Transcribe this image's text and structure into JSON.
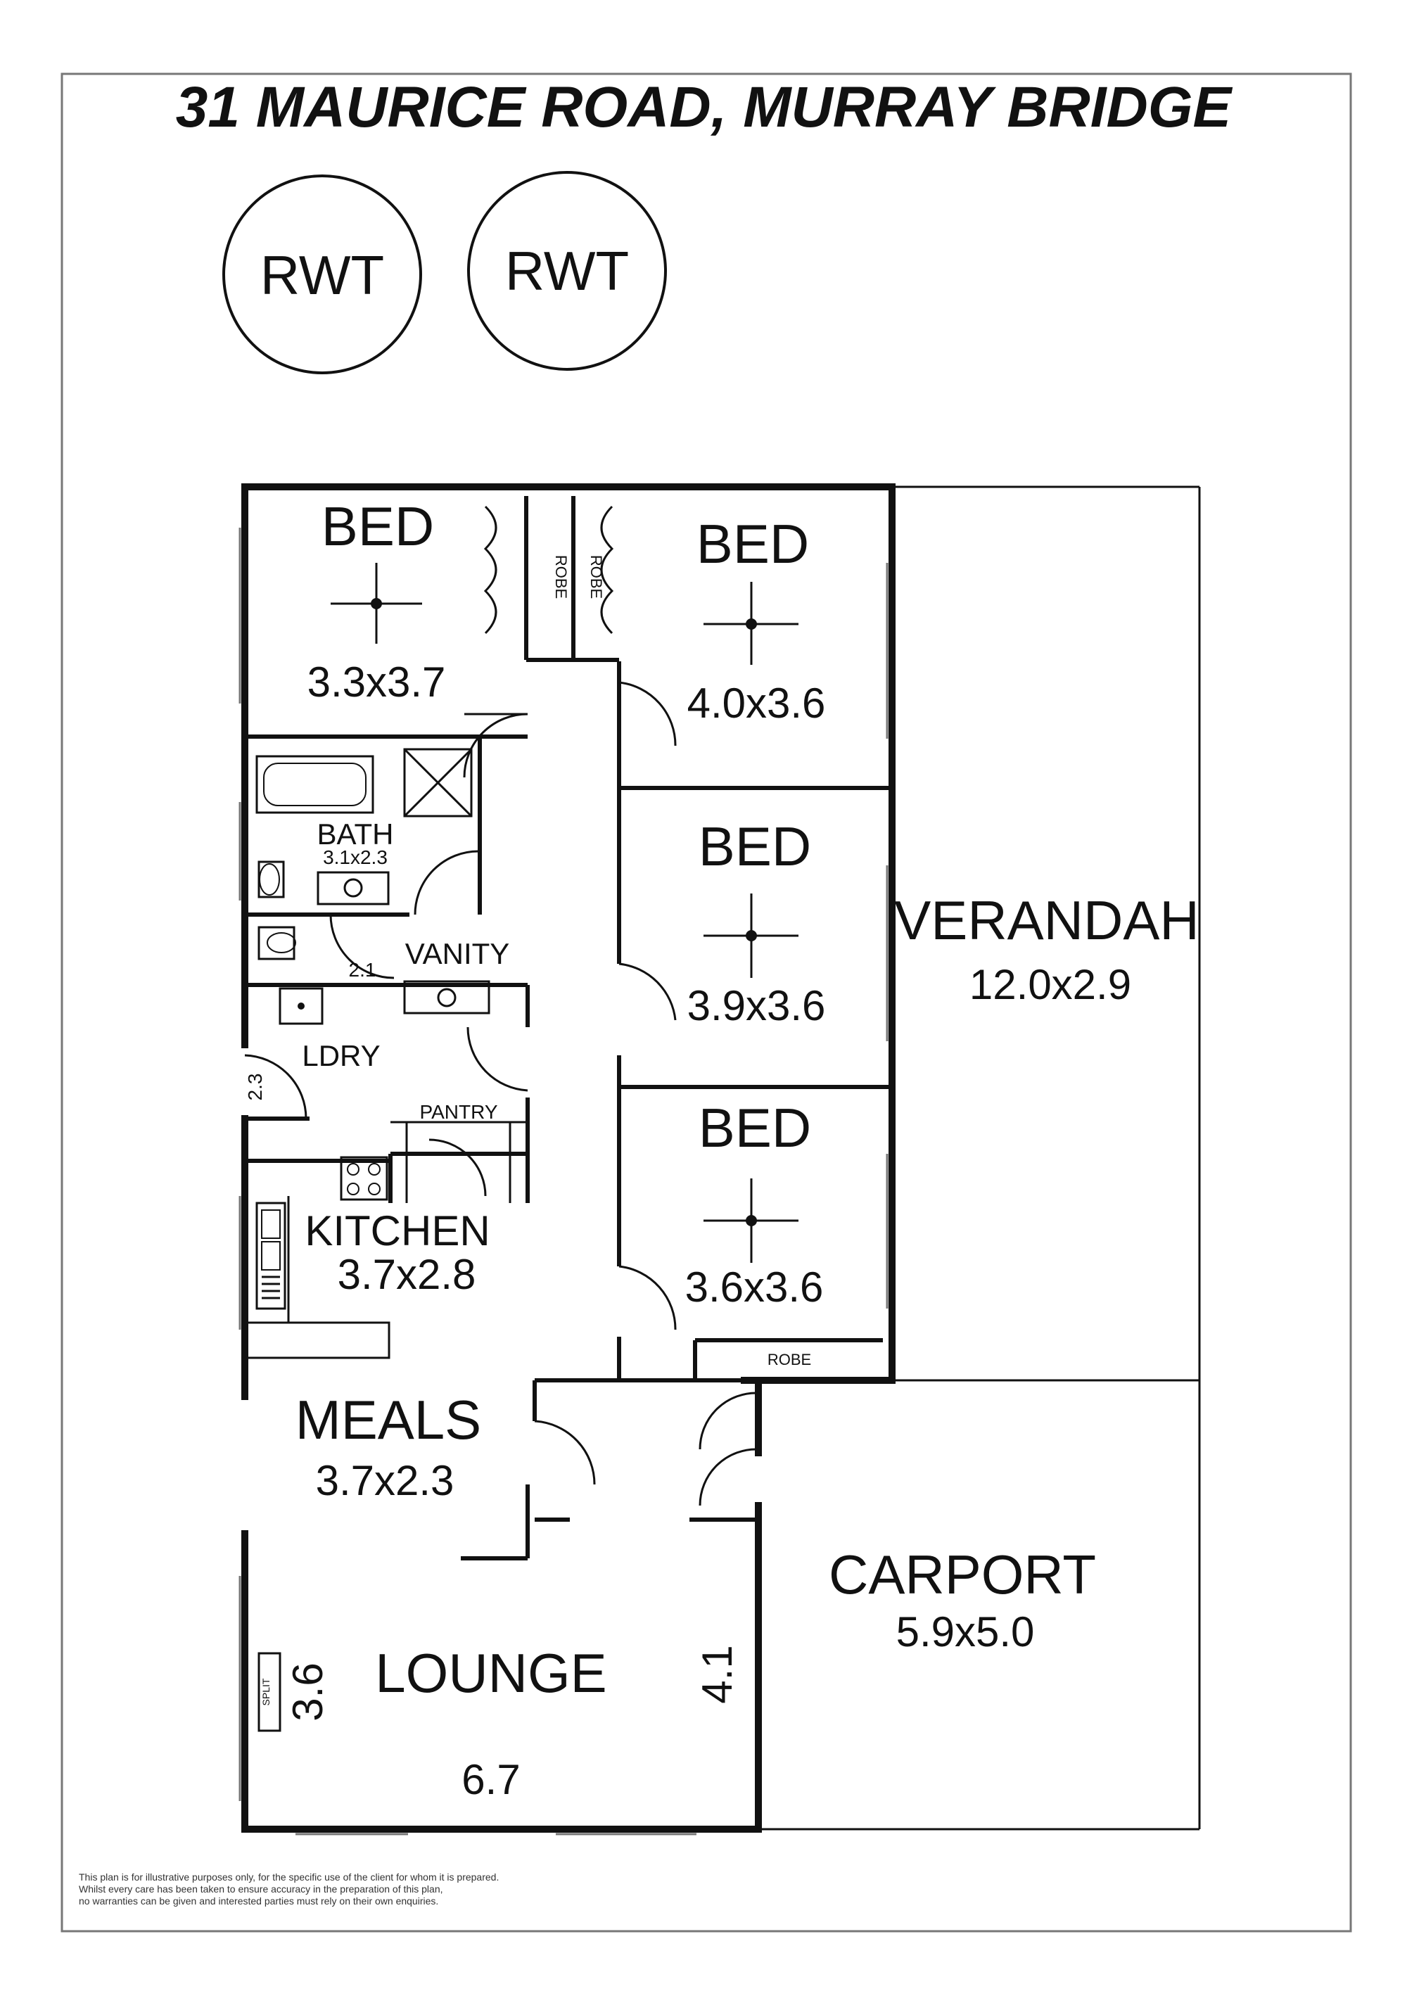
{
  "title": "31 MAURICE ROAD, MURRAY BRIDGE",
  "tanks": [
    "RWT",
    "RWT"
  ],
  "rooms": {
    "bed1": {
      "name": "BED",
      "size": "3.3x3.7"
    },
    "bed2": {
      "name": "BED",
      "size": "4.0x3.6"
    },
    "bed3": {
      "name": "BED",
      "size": "3.9x3.6"
    },
    "bed4": {
      "name": "BED",
      "size": "3.6x3.6"
    },
    "bath": {
      "name": "BATH",
      "size": "3.1x2.3"
    },
    "vanity": {
      "name": "VANITY"
    },
    "laundry": {
      "name": "LDRY",
      "width": "2.1",
      "depth": "2.3"
    },
    "pantry": {
      "name": "PANTRY"
    },
    "kitchen": {
      "name": "KITCHEN",
      "size": "3.7x2.8"
    },
    "meals": {
      "name": "MEALS",
      "size": "3.7x2.3"
    },
    "lounge": {
      "name": "LOUNGE",
      "width": "6.7",
      "depth_left": "3.6",
      "depth_right": "4.1",
      "fireplace": "SPLIT"
    },
    "verandah": {
      "name": "VERANDAH",
      "size": "12.0x2.9"
    },
    "carport": {
      "name": "CARPORT",
      "size": "5.9x5.0"
    }
  },
  "robes": [
    "ROBE",
    "ROBE",
    "ROBE"
  ],
  "disclaimer": [
    "This plan is for illustrative purposes only, for the specific use of the client for whom it is prepared.",
    "Whilst every care has been taken to ensure accuracy in the preparation of this plan,",
    "no warranties can be given and interested parties must rely on their own enquiries."
  ]
}
